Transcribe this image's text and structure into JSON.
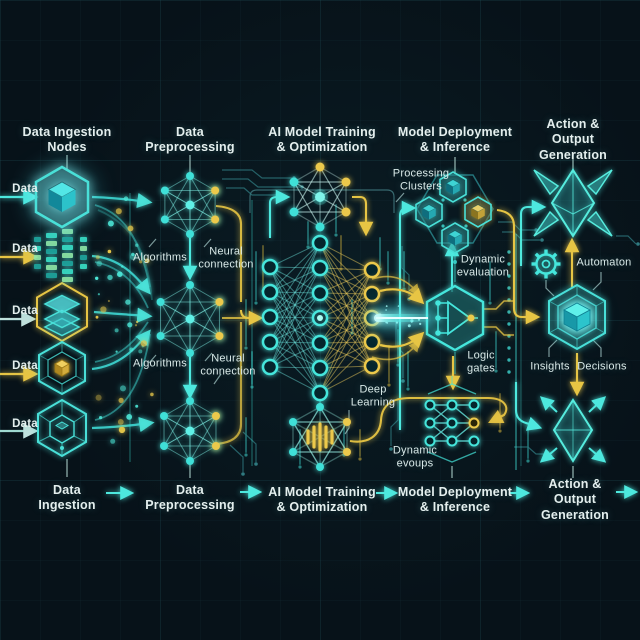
{
  "columns": [
    {
      "header": "Data Ingestion\nNodes",
      "footer": "Data\nIngestion"
    },
    {
      "header": "Data\nPreprocessing",
      "footer": "Data\nPreprocessing"
    },
    {
      "header": "AI Model Training\n& Optimization",
      "footer": "AI Model Training\n& Optimization"
    },
    {
      "header": "Model Deployment\n& Inference",
      "footer": "Model Deployment\n& Inference"
    },
    {
      "header": "Action & Output\nGeneration",
      "footer": "Action & Output\nGeneration"
    }
  ],
  "inputs": {
    "labels": [
      "Data",
      "Data",
      "Data",
      "Data",
      "Data"
    ]
  },
  "annotations": {
    "algorithms_upper": "Algorithms",
    "neural_upper": "Neural\nconnection",
    "algorithms_lower": "Algorithms",
    "neural_lower": "Neural\nconnection",
    "processing_clusters": "Processing\nClusters",
    "deep_learning": "Deep\nLearning",
    "dynamic_evaluation": "Dynamic\nevaluation",
    "logic_gates": "Logic\ngates",
    "dynamic_evoups": "Dynamic\nevoups",
    "automaton": "Automaton",
    "insights": "Insights",
    "decisions": "Decisions"
  },
  "colors": {
    "background": "#071219",
    "cyan": "#3fe0d8",
    "cyan_bright": "#8ffcf2",
    "yellow": "#e7c544",
    "green": "#8fe8a8",
    "text": "#e4efee"
  }
}
